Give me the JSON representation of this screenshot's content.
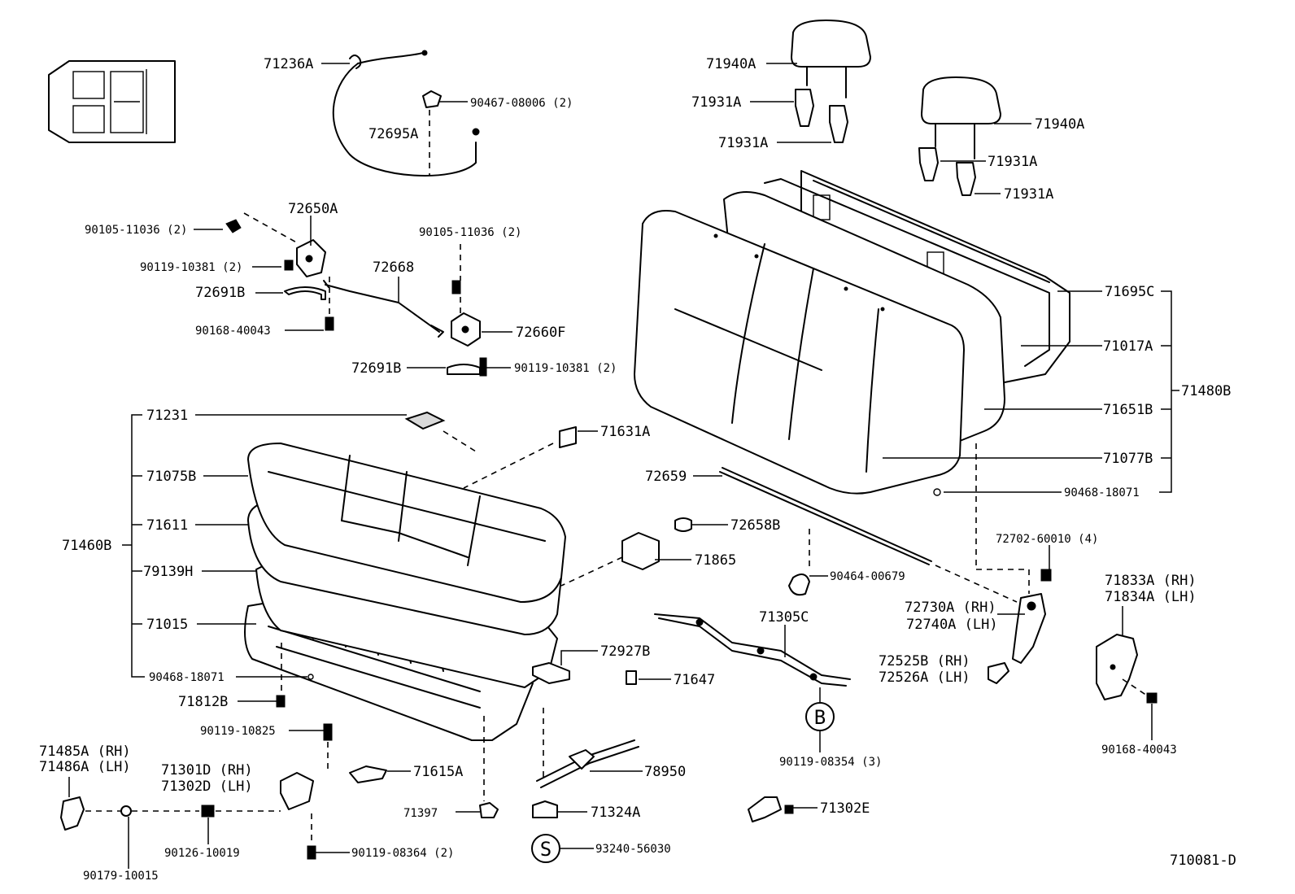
{
  "diagram_id": "710081-D",
  "labels": {
    "p71236A": "71236A",
    "p90467_08006": "90467-08006 (2)",
    "p72695A": "72695A",
    "p90105_11036_a": "90105-11036 (2)",
    "p72650A": "72650A",
    "p90119_10381_a": "90119-10381 (2)",
    "p72691B_a": "72691B",
    "p90168_40043_a": "90168-40043",
    "p72668": "72668",
    "p90105_11036_b": "90105-11036 (2)",
    "p72660F": "72660F",
    "p72691B_b": "72691B",
    "p90119_10381_b": "90119-10381 (2)",
    "p71940A_a": "71940A",
    "p71931A_a": "71931A",
    "p71931A_b": "71931A",
    "p71940A_b": "71940A",
    "p71931A_c": "71931A",
    "p71931A_d": "71931A",
    "p71695C": "71695C",
    "p71017A": "71017A",
    "p71480B": "71480B",
    "p71651B": "71651B",
    "p71077B": "71077B",
    "p90468_18071_a": "90468-18071",
    "p71231": "71231",
    "p71631A": "71631A",
    "p71075B": "71075B",
    "p71611": "71611",
    "p71460B": "71460B",
    "p79139H": "79139H",
    "p71015": "71015",
    "p90468_18071_b": "90468-18071",
    "p71812B": "71812B",
    "p72659": "72659",
    "p72658B": "72658B",
    "p71865": "71865",
    "p90464_00679": "90464-00679",
    "p71305C": "71305C",
    "p72927B": "72927B",
    "p71647": "71647",
    "p72702_60010": "72702-60010 (4)",
    "p72730A": "72730A (RH)",
    "p72740A": "72740A (LH)",
    "p72525B": "72525B (RH)",
    "p72526A": "72526A (LH)",
    "p71833A": "71833A (RH)",
    "p71834A": "71834A (LH)",
    "p90168_40043_b": "90168-40043",
    "p90119_08354": "90119-08354 (3)",
    "p90119_10825": "90119-10825",
    "p71485A": "71485A (RH)",
    "p71486A": "71486A (LH)",
    "p71301D": "71301D (RH)",
    "p71302D": "71302D (LH)",
    "p71615A": "71615A",
    "p78950": "78950",
    "p71397": "71397",
    "p71324A": "71324A",
    "p71302E": "71302E",
    "p90126_10019": "90126-10019",
    "p90119_08364": "90119-08364 (2)",
    "p93240_56030": "93240-56030",
    "p90179_10015": "90179-10015",
    "callout_b": "B",
    "callout_s": "S"
  }
}
